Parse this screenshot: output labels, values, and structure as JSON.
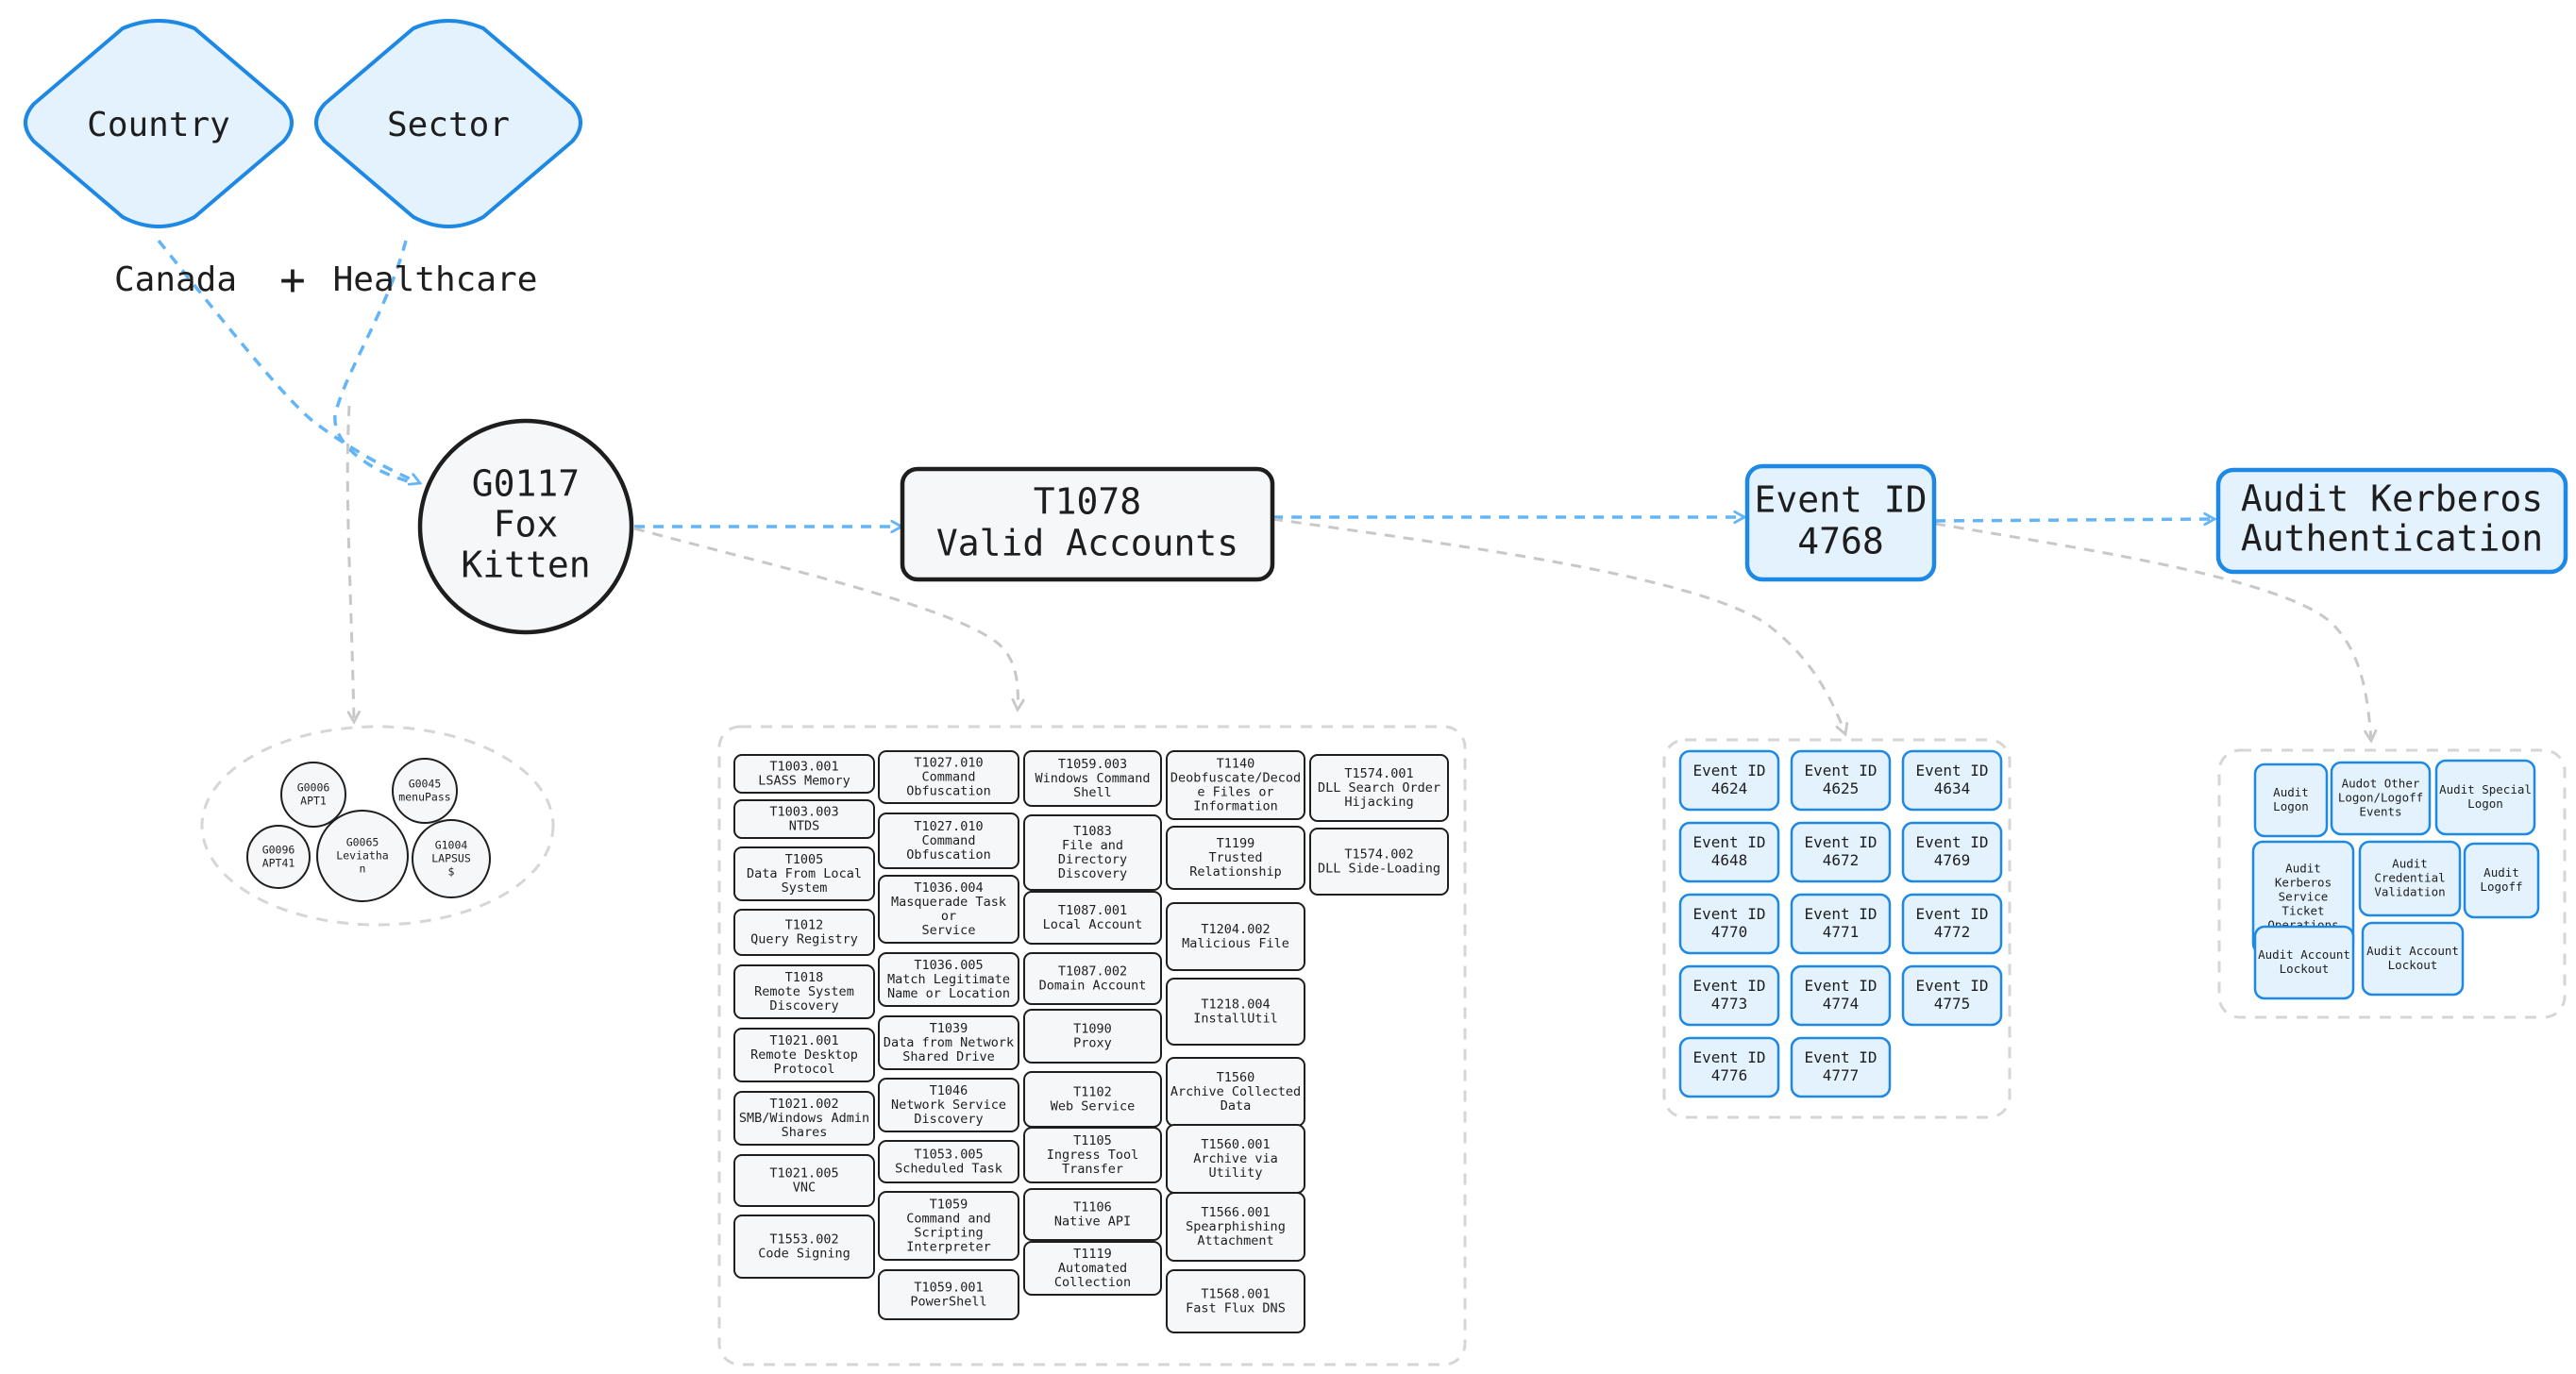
{
  "filters": {
    "country": {
      "label": "Country",
      "value": "Canada"
    },
    "sector": {
      "label": "Sector",
      "value": "Healthcare"
    },
    "combine_symbol": "+"
  },
  "group": {
    "lines": [
      "G0117",
      "Fox",
      "Kitten"
    ]
  },
  "technique": {
    "lines": [
      "T1078",
      "Valid Accounts"
    ]
  },
  "event": {
    "lines": [
      "Event ID",
      "4768"
    ]
  },
  "audit": {
    "lines": [
      "Audit Kerberos",
      "Authentication"
    ]
  },
  "related_groups": [
    {
      "lines": [
        "G0006",
        "APT1"
      ]
    },
    {
      "lines": [
        "G0045",
        "menuPass"
      ]
    },
    {
      "lines": [
        "G0096",
        "APT41"
      ]
    },
    {
      "lines": [
        "G0065",
        "Leviatha",
        "n"
      ]
    },
    {
      "lines": [
        "G1004",
        "LAPSUS",
        "$"
      ]
    }
  ],
  "related_techniques": [
    {
      "lines": [
        "T1003.001",
        "LSASS Memory"
      ]
    },
    {
      "lines": [
        "T1003.003",
        "NTDS"
      ]
    },
    {
      "lines": [
        "T1005",
        "Data From Local",
        "System"
      ]
    },
    {
      "lines": [
        "T1012",
        "Query Registry"
      ]
    },
    {
      "lines": [
        "T1018",
        "Remote System",
        "Discovery"
      ]
    },
    {
      "lines": [
        "T1021.001",
        "Remote Desktop",
        "Protocol"
      ]
    },
    {
      "lines": [
        "T1021.002",
        "SMB/Windows Admin",
        "Shares"
      ]
    },
    {
      "lines": [
        "T1021.005",
        "VNC"
      ]
    },
    {
      "lines": [
        "T1553.002",
        "Code Signing"
      ]
    },
    {
      "lines": [
        "T1027.010",
        "Command",
        "Obfuscation"
      ]
    },
    {
      "lines": [
        "T1027.010",
        "Command",
        "Obfuscation"
      ]
    },
    {
      "lines": [
        "T1036.004",
        "Masquerade Task",
        "or",
        "Service"
      ]
    },
    {
      "lines": [
        "T1036.005",
        "Match Legitimate",
        "Name or Location"
      ]
    },
    {
      "lines": [
        "T1039",
        "Data from Network",
        "Shared Drive"
      ]
    },
    {
      "lines": [
        "T1046",
        "Network Service",
        "Discovery"
      ]
    },
    {
      "lines": [
        "T1053.005",
        "Scheduled Task"
      ]
    },
    {
      "lines": [
        "T1059",
        "Command and",
        "Scripting",
        "Interpreter"
      ]
    },
    {
      "lines": [
        "T1059.001",
        "PowerShell"
      ]
    },
    {
      "lines": [
        "T1059.003",
        "Windows Command",
        "Shell"
      ]
    },
    {
      "lines": [
        "T1083",
        "File and",
        "Directory",
        "Discovery"
      ]
    },
    {
      "lines": [
        "T1087.001",
        "Local Account"
      ]
    },
    {
      "lines": [
        "T1087.002",
        "Domain Account"
      ]
    },
    {
      "lines": [
        "T1090",
        "Proxy"
      ]
    },
    {
      "lines": [
        "T1102",
        "Web Service"
      ]
    },
    {
      "lines": [
        "T1105",
        "Ingress Tool",
        "Transfer"
      ]
    },
    {
      "lines": [
        "T1106",
        "Native API"
      ]
    },
    {
      "lines": [
        "T1119",
        "Automated",
        "Collection"
      ]
    },
    {
      "lines": [
        "T1140",
        "Deobfuscate/Decod",
        "e Files or",
        "Information"
      ]
    },
    {
      "lines": [
        "T1199",
        "Trusted",
        "Relationship"
      ]
    },
    {
      "lines": [
        "T1204.002",
        "Malicious File"
      ]
    },
    {
      "lines": [
        "T1218.004",
        "InstallUtil"
      ]
    },
    {
      "lines": [
        "T1560",
        "Archive Collected",
        "Data"
      ]
    },
    {
      "lines": [
        "T1560.001",
        "Archive via",
        "Utility"
      ]
    },
    {
      "lines": [
        "T1566.001",
        "Spearphishing",
        "Attachment"
      ]
    },
    {
      "lines": [
        "T1568.001",
        "Fast Flux DNS"
      ]
    },
    {
      "lines": [
        "T1574.001",
        "DLL Search Order",
        "Hijacking"
      ]
    },
    {
      "lines": [
        "T1574.002",
        "DLL Side-Loading"
      ]
    }
  ],
  "related_events": [
    {
      "lines": [
        "Event ID",
        "4624"
      ]
    },
    {
      "lines": [
        "Event ID",
        "4625"
      ]
    },
    {
      "lines": [
        "Event ID",
        "4634"
      ]
    },
    {
      "lines": [
        "Event ID",
        "4648"
      ]
    },
    {
      "lines": [
        "Event ID",
        "4672"
      ]
    },
    {
      "lines": [
        "Event ID",
        "4769"
      ]
    },
    {
      "lines": [
        "Event ID",
        "4770"
      ]
    },
    {
      "lines": [
        "Event ID",
        "4771"
      ]
    },
    {
      "lines": [
        "Event ID",
        "4772"
      ]
    },
    {
      "lines": [
        "Event ID",
        "4773"
      ]
    },
    {
      "lines": [
        "Event ID",
        "4774"
      ]
    },
    {
      "lines": [
        "Event ID",
        "4775"
      ]
    },
    {
      "lines": [
        "Event ID",
        "4776"
      ]
    },
    {
      "lines": [
        "Event ID",
        "4777"
      ]
    }
  ],
  "related_audits": [
    {
      "lines": [
        "Audit",
        "Logon"
      ]
    },
    {
      "lines": [
        "Audot Other",
        "Logon/Logoff",
        "Events"
      ]
    },
    {
      "lines": [
        "Audit Special",
        "Logon"
      ]
    },
    {
      "lines": [
        "Audit",
        "Kerberos",
        "Service",
        "Ticket",
        "Operations"
      ]
    },
    {
      "lines": [
        "Audit",
        "Credential",
        "Validation"
      ]
    },
    {
      "lines": [
        "Audit",
        "Logoff"
      ]
    },
    {
      "lines": [
        "Audit Account",
        "Lockout"
      ]
    },
    {
      "lines": [
        "Audit Account",
        "Lockout"
      ]
    }
  ],
  "colors": {
    "blue_stroke": "#1e88e5",
    "blue_fill": "#e3f2fd",
    "dark_stroke": "#1e1e1e",
    "node_fill": "#f6f7f9",
    "gray_dash": "#cfcfcf",
    "blue_dash": "#64b5f6"
  }
}
